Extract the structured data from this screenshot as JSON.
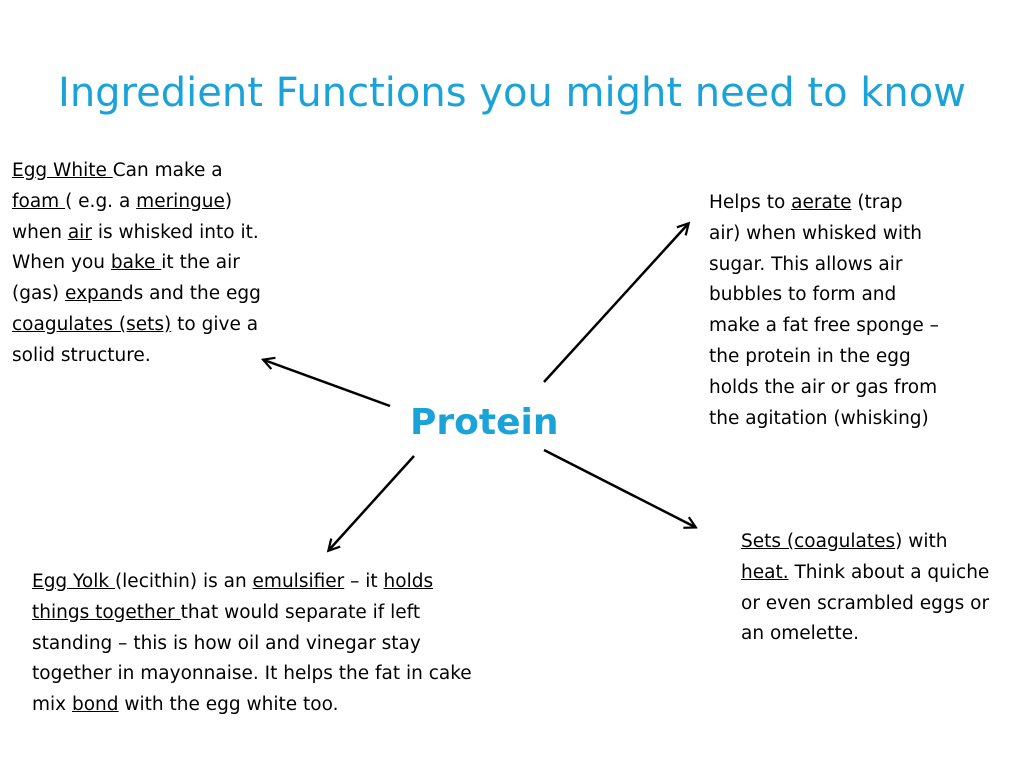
{
  "slide": {
    "title": "Ingredient Functions you might need to know",
    "center_label": "Protein",
    "accent_color": "#1aa3d9"
  },
  "egg_white": {
    "heading": "Egg White ",
    "t1": "Can make a ",
    "foam": "foam ",
    "t2": "( e.g. a ",
    "meringue": "meringue",
    "t3": ") when ",
    "air": "air",
    "t4": " is whisked into it. When you ",
    "bake": "bake ",
    "t5": "it the air (gas) ",
    "expan": "expan",
    "t6": "ds and the egg ",
    "coagulates": "coagulates (sets)",
    "t7": " to give a solid structure."
  },
  "aerate": {
    "t1": "Helps to ",
    "aerate": "aerate",
    "t2": " (trap air) when whisked with sugar. This allows air bubbles to form and make a fat free sponge – the protein in the egg holds the air or gas from the agitation (whisking)"
  },
  "yolk": {
    "heading": "Egg Yolk ",
    "t1": "(lecithin) is an ",
    "emulsifier": "emulsifier",
    "t2": " – it ",
    "holds": "holds things together ",
    "t3": "that would separate if left standing – this is how oil and vinegar stay together in mayonnaise. It helps the fat in cake mix ",
    "bond": "bond",
    "t4": " with the egg white too."
  },
  "sets": {
    "coag": "Sets (coagulates",
    "t1": ") with ",
    "heat": "heat.",
    "t2": " Think about a quiche or even scrambled eggs or an omelette."
  }
}
